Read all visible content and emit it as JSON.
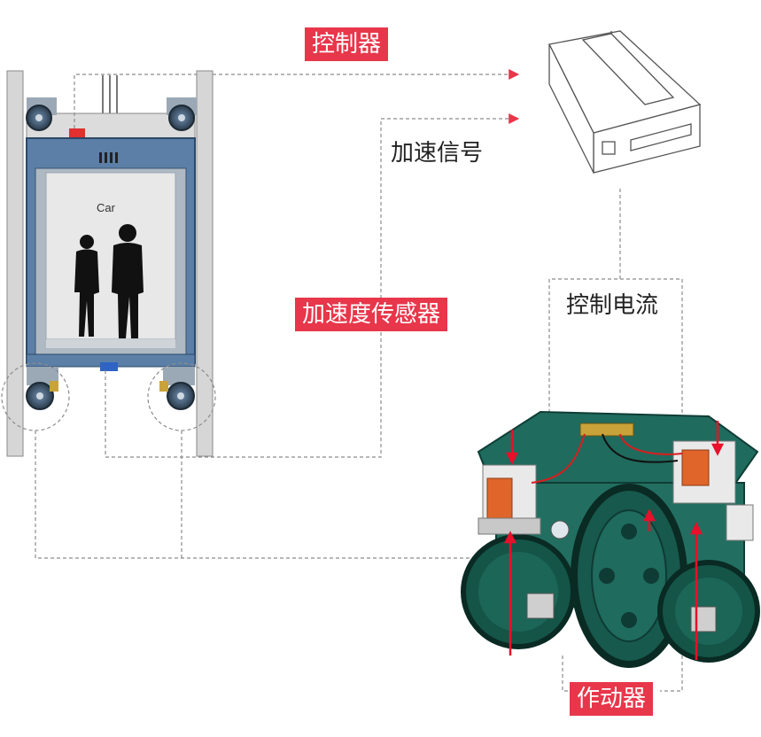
{
  "labels": {
    "controller": "控制器",
    "accel_signal": "加速信号",
    "accel_sensor": "加速度传感器",
    "control_current": "控制电流",
    "actuator": "作动器",
    "car": "Car"
  },
  "colors": {
    "label_red": "#e8364a",
    "dash_line": "#8c8c8c",
    "car_frame": "#5b7fa6",
    "machine_green": "#1f6b5e",
    "rail": "#c9c9c9"
  },
  "icons": {
    "controller": "controller-box-icon",
    "car": "elevator-car-icon",
    "actuator": "active-roller-guide-icon"
  }
}
